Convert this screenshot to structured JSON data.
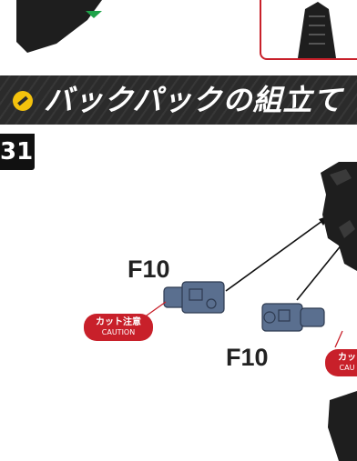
{
  "section": {
    "title": "バックパックの組立て",
    "step_number": "31"
  },
  "parts": {
    "upper_label": "F10",
    "lower_label": "F10"
  },
  "cautions": {
    "upper": {
      "line1": "カット注意",
      "line2": "CAUTION"
    },
    "lower": {
      "line1": "カッ",
      "line2": "CAU"
    }
  },
  "colors": {
    "banner": "#2b2b2b",
    "bullet": "#f4c20d",
    "caution": "#c8202a",
    "part_blue": "#5a6f8f",
    "body_dark": "#1e1e1e",
    "marker_green": "#1fa34a"
  }
}
